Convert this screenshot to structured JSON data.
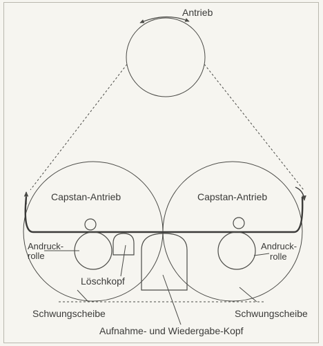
{
  "labels": {
    "drive": "Antrieb",
    "capstan_left": "Capstan-Antrieb",
    "capstan_right": "Capstan-Antrieb",
    "pinch_left_line1": "Andruck-",
    "pinch_left_line2": "rolle",
    "pinch_right_line1": "Andruck-",
    "pinch_right_line2": "rolle",
    "erase_head": "Löschkopf",
    "flywheel_left": "Schwungscheibe",
    "flywheel_right": "Schwungscheibe",
    "record_playback_head": "Aufnahme- und Wiedergabe-Kopf"
  },
  "colors": {
    "line": "#4a4a46",
    "text": "#3a3a38",
    "background": "#f6f5f0",
    "frame": "#b9b7ae"
  }
}
